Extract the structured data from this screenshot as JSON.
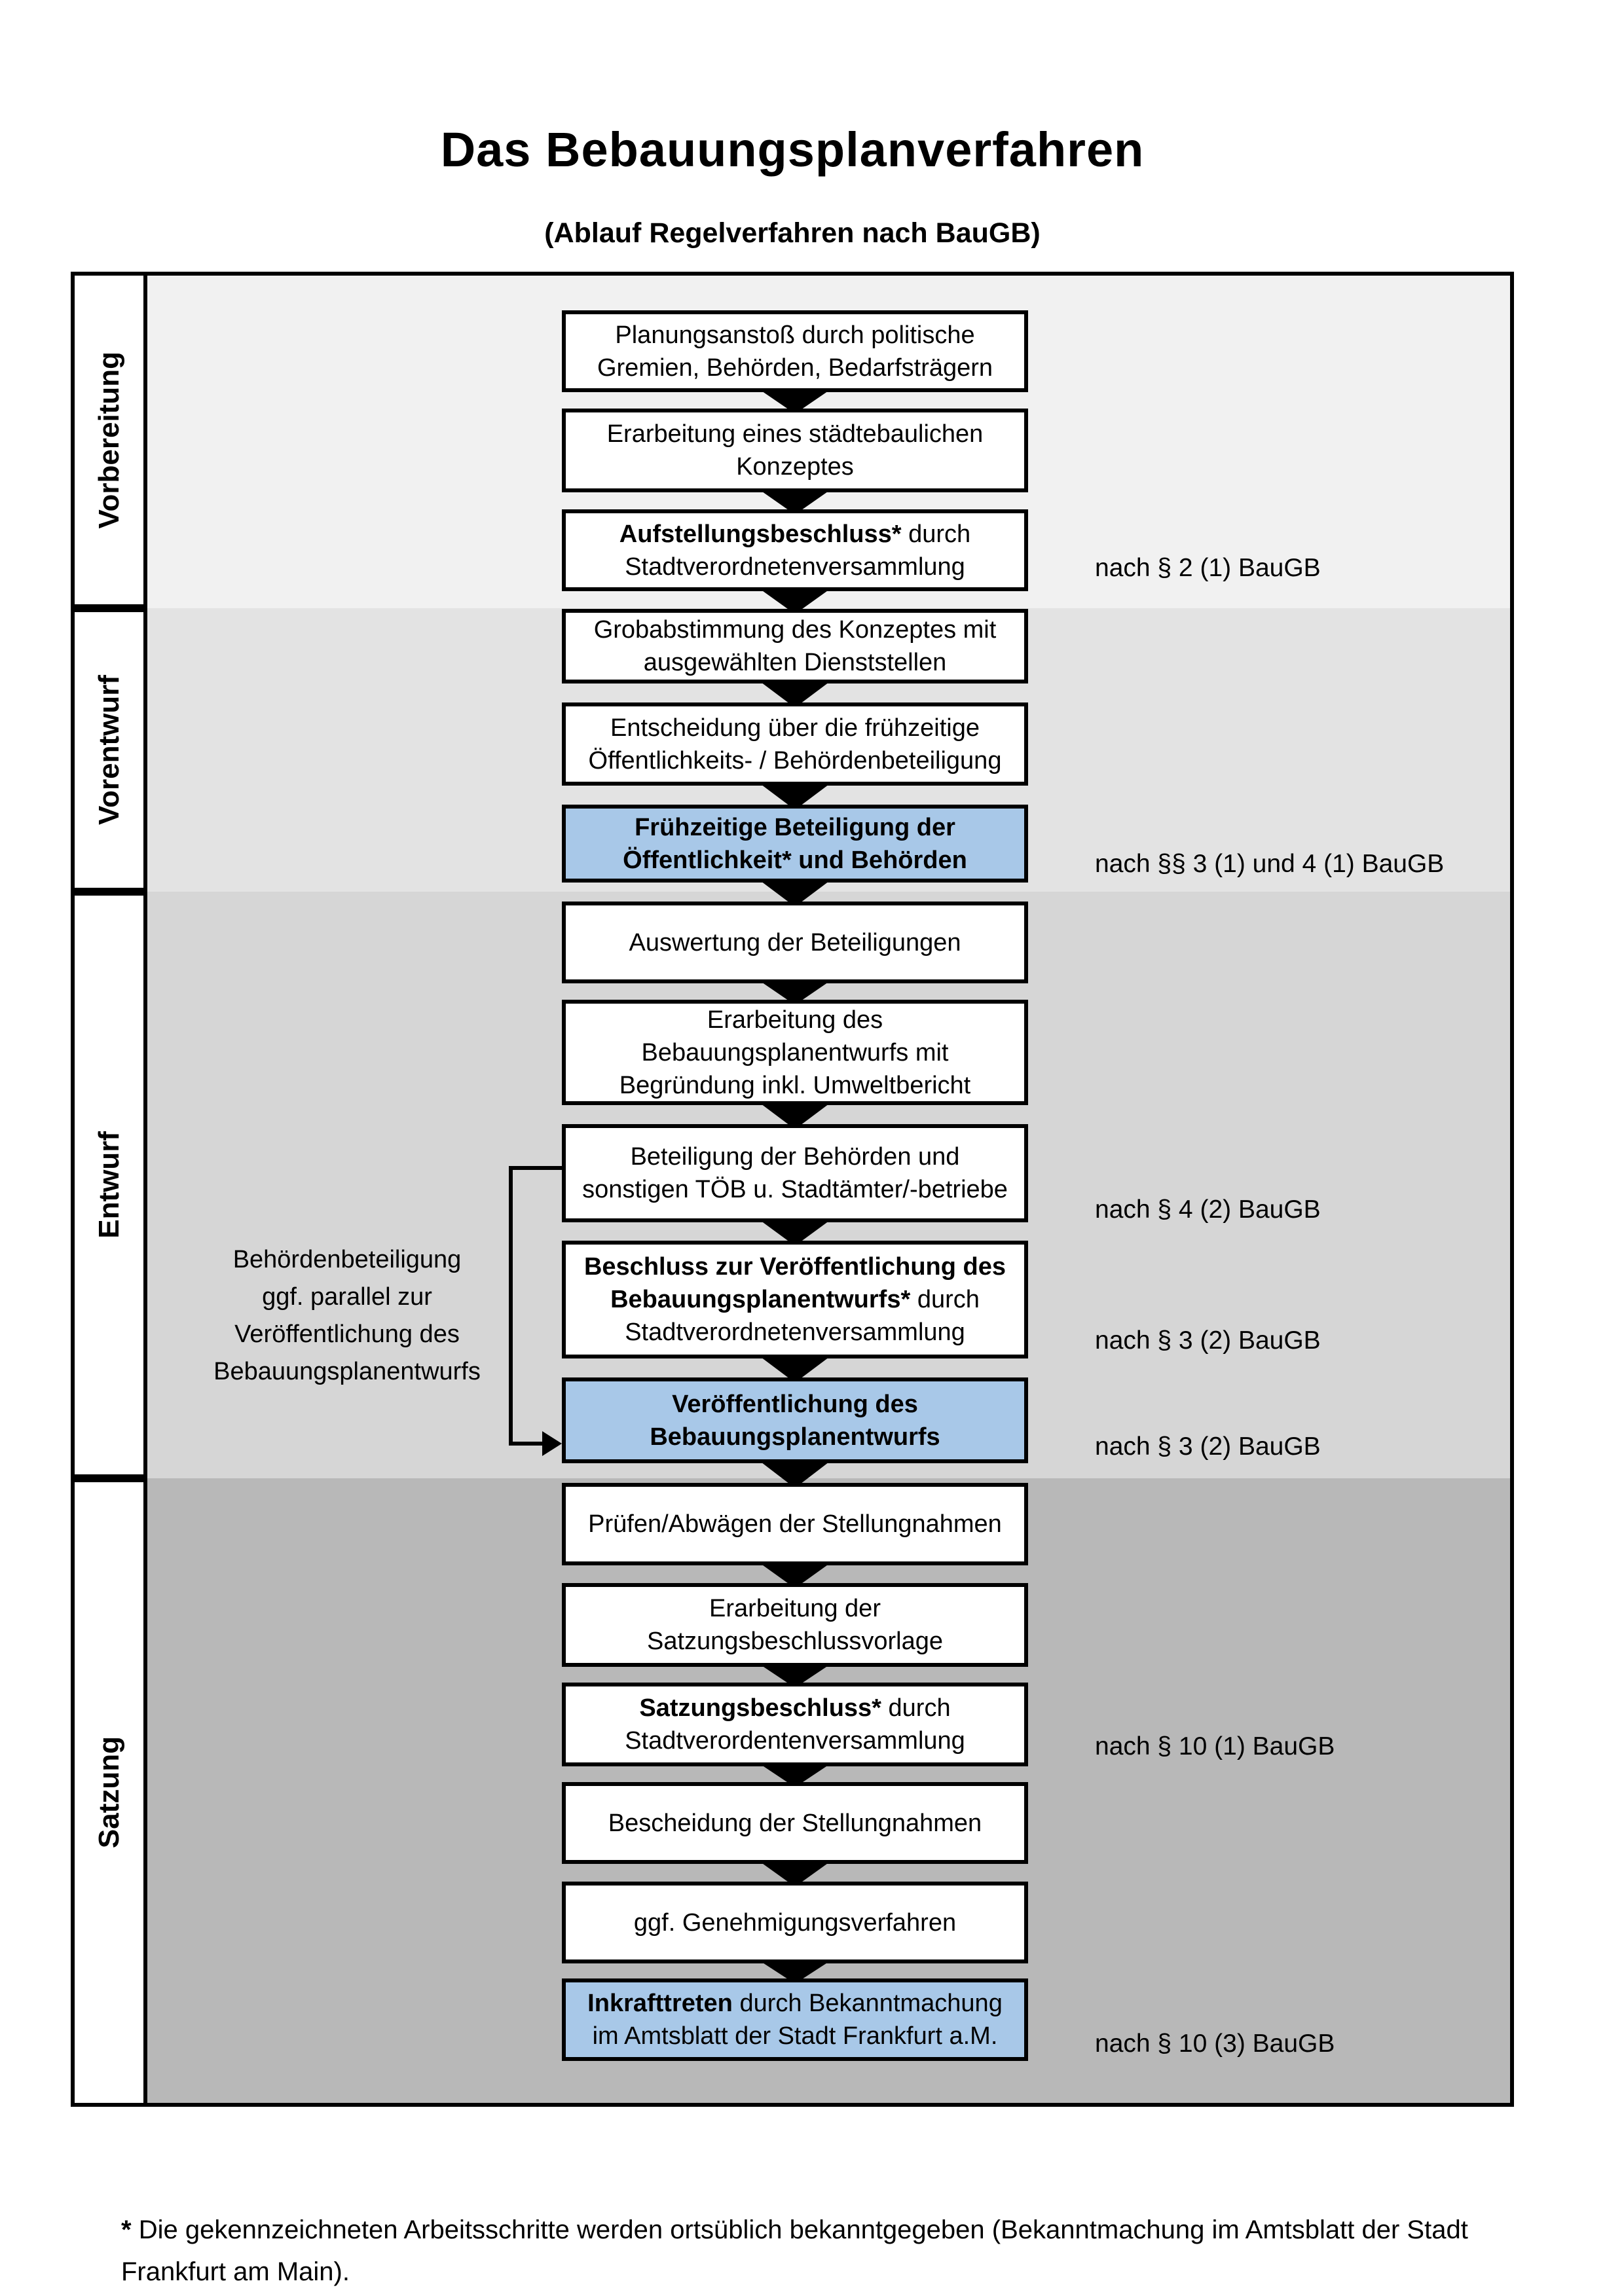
{
  "title": "Das Bebauungsplanverfahren",
  "subtitle": "(Ablauf Regelverfahren nach BauGB)",
  "colors": {
    "border": "#000000",
    "box_fill": "#ffffff",
    "highlight_fill": "#a8c8e8",
    "band_vorbereitung": "#f1f1f1",
    "band_vorentwurf": "#e3e3e3",
    "band_entwurf": "#d6d6d6",
    "band_satzung": "#b8b8b8"
  },
  "phases": [
    {
      "label": "Vorbereitung",
      "band_color_key": "band_vorbereitung"
    },
    {
      "label": "Vorentwurf",
      "band_color_key": "band_vorentwurf"
    },
    {
      "label": "Entwurf",
      "band_color_key": "band_entwurf"
    },
    {
      "label": "Satzung",
      "band_color_key": "band_satzung"
    }
  ],
  "steps": [
    {
      "phase": 0,
      "highlight": false,
      "ref": null,
      "lines": [
        [
          {
            "t": "Planungsanstoß durch politische"
          }
        ],
        [
          {
            "t": "Gremien, Behörden, Bedarfsträgern"
          }
        ]
      ]
    },
    {
      "phase": 0,
      "highlight": false,
      "ref": null,
      "lines": [
        [
          {
            "t": "Erarbeitung eines städtebaulichen"
          }
        ],
        [
          {
            "t": "Konzeptes"
          }
        ]
      ]
    },
    {
      "phase": 0,
      "highlight": false,
      "ref": "nach § 2 (1) BauGB",
      "lines": [
        [
          {
            "t": "Aufstellungsbeschluss*",
            "b": true
          },
          {
            "t": " durch"
          }
        ],
        [
          {
            "t": "Stadtverordnetenversammlung"
          }
        ]
      ]
    },
    {
      "phase": 1,
      "highlight": false,
      "ref": null,
      "lines": [
        [
          {
            "t": "Grobabstimmung des Konzeptes mit"
          }
        ],
        [
          {
            "t": "ausgewählten Dienststellen"
          }
        ]
      ]
    },
    {
      "phase": 1,
      "highlight": false,
      "ref": null,
      "lines": [
        [
          {
            "t": "Entscheidung über die frühzeitige"
          }
        ],
        [
          {
            "t": "Öffentlichkeits- / Behördenbeteiligung"
          }
        ]
      ]
    },
    {
      "phase": 1,
      "highlight": true,
      "ref": "nach §§ 3 (1) und 4 (1) BauGB",
      "lines": [
        [
          {
            "t": "Frühzeitige Beteiligung der",
            "b": true
          }
        ],
        [
          {
            "t": "Öffentlichkeit* und Behörden",
            "b": true
          }
        ]
      ]
    },
    {
      "phase": 2,
      "highlight": false,
      "ref": null,
      "lines": [
        [
          {
            "t": "Auswertung der Beteiligungen"
          }
        ]
      ]
    },
    {
      "phase": 2,
      "highlight": false,
      "ref": null,
      "lines": [
        [
          {
            "t": "Erarbeitung des"
          }
        ],
        [
          {
            "t": "Bebauungsplanentwurfs mit"
          }
        ],
        [
          {
            "t": "Begründung inkl. Umweltbericht"
          }
        ]
      ]
    },
    {
      "phase": 2,
      "highlight": false,
      "ref": "nach § 4 (2) BauGB",
      "lines": [
        [
          {
            "t": "Beteiligung der Behörden und"
          }
        ],
        [
          {
            "t": "sonstigen TÖB u. Stadtämter/-betriebe"
          }
        ]
      ]
    },
    {
      "phase": 2,
      "highlight": false,
      "ref": "nach § 3 (2) BauGB",
      "lines": [
        [
          {
            "t": "Beschluss zur Veröffentlichung des",
            "b": true
          }
        ],
        [
          {
            "t": "Bebauungsplanentwurfs*",
            "b": true
          },
          {
            "t": " durch"
          }
        ],
        [
          {
            "t": "Stadtverordnetenversammlung"
          }
        ]
      ]
    },
    {
      "phase": 2,
      "highlight": true,
      "ref": "nach § 3 (2) BauGB",
      "lines": [
        [
          {
            "t": "Veröffentlichung des",
            "b": true
          }
        ],
        [
          {
            "t": "Bebauungsplanentwurfs",
            "b": true
          }
        ]
      ]
    },
    {
      "phase": 3,
      "highlight": false,
      "ref": null,
      "lines": [
        [
          {
            "t": "Prüfen/Abwägen der Stellungnahmen"
          }
        ]
      ]
    },
    {
      "phase": 3,
      "highlight": false,
      "ref": null,
      "lines": [
        [
          {
            "t": "Erarbeitung der"
          }
        ],
        [
          {
            "t": "Satzungsbeschlussvorlage"
          }
        ]
      ]
    },
    {
      "phase": 3,
      "highlight": false,
      "ref": "nach § 10 (1) BauGB",
      "lines": [
        [
          {
            "t": "Satzungsbeschluss*",
            "b": true
          },
          {
            "t": " durch"
          }
        ],
        [
          {
            "t": "Stadtverordentenversammlung"
          }
        ]
      ]
    },
    {
      "phase": 3,
      "highlight": false,
      "ref": null,
      "lines": [
        [
          {
            "t": "Bescheidung der Stellungnahmen"
          }
        ]
      ]
    },
    {
      "phase": 3,
      "highlight": false,
      "ref": null,
      "lines": [
        [
          {
            "t": "ggf. Genehmigungsverfahren"
          }
        ]
      ]
    },
    {
      "phase": 3,
      "highlight": true,
      "ref": "nach § 10 (3) BauGB",
      "lines": [
        [
          {
            "t": "Inkrafttreten",
            "b": true
          },
          {
            "t": " durch Bekanntmachung"
          }
        ],
        [
          {
            "t": "im Amtsblatt der Stadt Frankfurt a.M."
          }
        ]
      ]
    }
  ],
  "side_note": {
    "lines": [
      "Behördenbeteiligung",
      "ggf. parallel zur",
      "Veröffentlichung des",
      "Bebauungsplanentwurfs"
    ]
  },
  "footnote": {
    "marker": "*",
    "line1": "Die gekennzeichneten Arbeitsschritte werden ortsüblich bekanntgegeben (Bekanntmachung im Amtsblatt  der Stadt",
    "line2": "Frankfurt am Main)."
  }
}
